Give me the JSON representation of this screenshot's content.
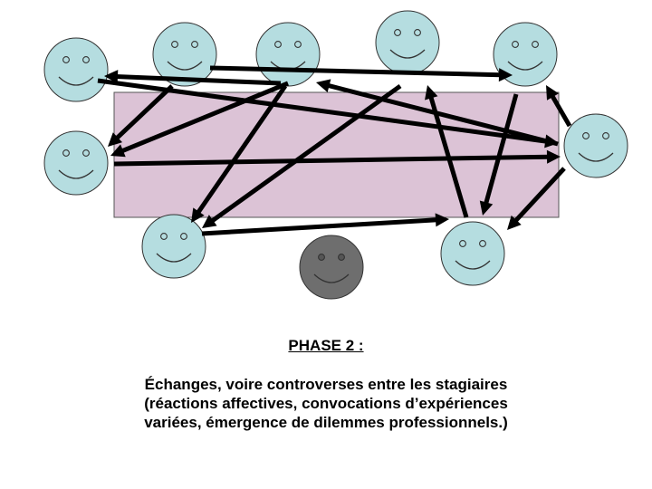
{
  "diagram": {
    "colors": {
      "table_fill": "#dcc3d6",
      "table_stroke": "#555555",
      "face_fill": "#b5dde0",
      "trainer_face_fill": "#6e6e6e",
      "outline": "#333333",
      "arrow": "#000000"
    },
    "participants": [
      {
        "id": "p1",
        "role": "stagiaire"
      },
      {
        "id": "p2",
        "role": "stagiaire"
      },
      {
        "id": "p3",
        "role": "stagiaire"
      },
      {
        "id": "p4",
        "role": "stagiaire"
      },
      {
        "id": "p5",
        "role": "stagiaire"
      },
      {
        "id": "p6",
        "role": "stagiaire"
      },
      {
        "id": "p7",
        "role": "stagiaire"
      },
      {
        "id": "p8",
        "role": "stagiaire"
      },
      {
        "id": "p9",
        "role": "stagiaire"
      },
      {
        "id": "p10",
        "role": "formateur"
      }
    ],
    "exchanges": [
      {
        "from": "p3",
        "to": "p1"
      },
      {
        "from": "p2",
        "to": "p5"
      },
      {
        "from": "p1",
        "to": "p6"
      },
      {
        "from": "p2",
        "to": "p7"
      },
      {
        "from": "p3",
        "to": "p7"
      },
      {
        "from": "p3",
        "to": "p8"
      },
      {
        "from": "p4",
        "to": "p8"
      },
      {
        "from": "p6",
        "to": "p3"
      },
      {
        "from": "p7",
        "to": "p6"
      },
      {
        "from": "p6",
        "to": "p5"
      },
      {
        "from": "p9",
        "to": "p4"
      },
      {
        "from": "p5",
        "to": "p9"
      },
      {
        "from": "p8",
        "to": "p9"
      },
      {
        "from": "p6",
        "to": "p9"
      }
    ]
  },
  "caption": {
    "title": "PHASE 2 :",
    "lines": [
      "Échanges, voire controverses entre les stagiaires",
      "(réactions affectives, convocations d’expériences",
      "variées, émergence de dilemmes professionnels.)"
    ]
  }
}
